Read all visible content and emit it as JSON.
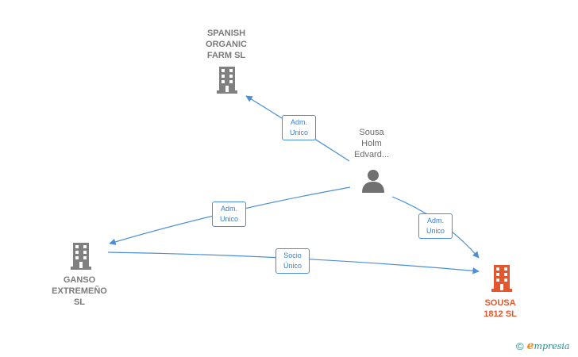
{
  "nodes": {
    "spanish": {
      "label": "SPANISH\nORGANIC\nFARM  SL",
      "icon": "building-icon",
      "color": "#808080"
    },
    "person": {
      "label": "Sousa\nHolm\nEdvard...",
      "icon": "person-icon",
      "color": "#707070"
    },
    "ganso": {
      "label": "GANSO\nEXTREMEÑO\nSL",
      "icon": "building-icon",
      "color": "#808080"
    },
    "sousa": {
      "label": "SOUSA\n1812  SL",
      "icon": "building-icon",
      "color": "#e4572e"
    }
  },
  "edges": {
    "person_spanish": "Adm.\nUnico",
    "person_ganso": "Adm.\nUnico",
    "person_sousa": "Adm.\nUnico",
    "ganso_sousa": "Socio\nÚnico"
  },
  "brand": {
    "copyright": "©",
    "logo_initial": "e",
    "logo_rest": "mpresia"
  },
  "colors": {
    "edge": "#4a8fd8",
    "building_grey": "#808080",
    "building_target": "#e4572e"
  }
}
